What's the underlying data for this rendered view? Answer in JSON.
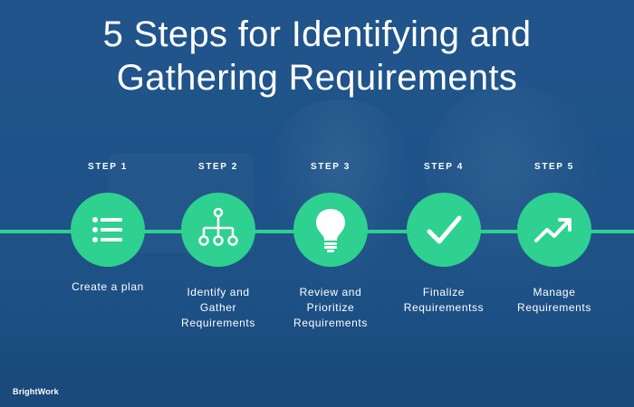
{
  "title": "5 Steps for Identifying and\nGathering Requirements",
  "steps": [
    {
      "label": "STEP 1",
      "text": "Create a plan",
      "icon": "list-icon"
    },
    {
      "label": "STEP 2",
      "text": "Identify and\nGather\nRequirements",
      "icon": "hierarchy-icon"
    },
    {
      "label": "STEP 3",
      "text": "Review and\nPrioritize\nRequirements",
      "icon": "lightbulb-icon"
    },
    {
      "label": "STEP 4",
      "text": "Finalize\nRequirementss",
      "icon": "checkmark-icon"
    },
    {
      "label": "STEP 5",
      "text": "Manage\nRequirements",
      "icon": "trend-up-icon"
    }
  ],
  "brand": "BrightWork",
  "colors": {
    "background": "#1f5489",
    "accent": "#2ed18f",
    "text": "#ffffff"
  }
}
